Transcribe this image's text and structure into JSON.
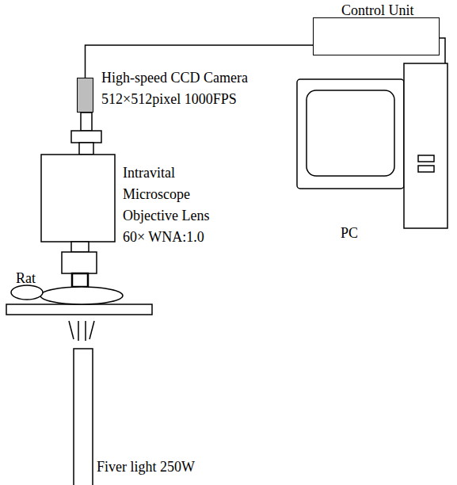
{
  "diagram": {
    "nodes": [
      {
        "text": [
          "Control Unit"
        ]
      },
      {
        "text": [
          "High-speed CCD Camera",
          "512×512pixel 1000FPS"
        ]
      },
      {
        "text": [
          "PC"
        ]
      }
    ],
    "edges": [
      {
        "from": 1,
        "to": 0,
        "arrow": "none"
      },
      {
        "from": 0,
        "to": 2,
        "arrow": "none"
      }
    ],
    "labels": [
      "Intravital Microscope",
      "Objective Lens 60× WNA:1.0",
      "Rat",
      "Fiver light 250W"
    ]
  }
}
